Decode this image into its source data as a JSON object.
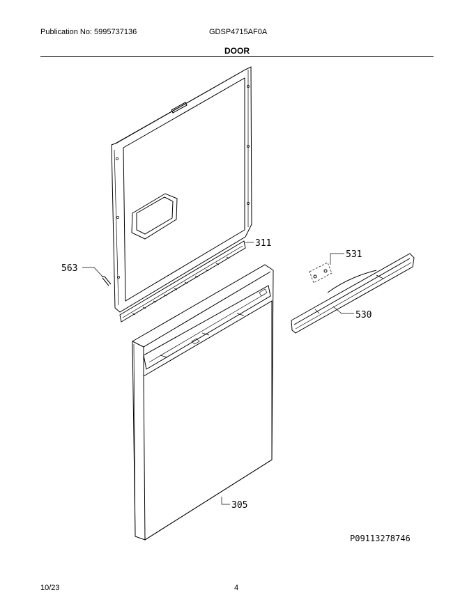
{
  "header": {
    "publication_no": "Publication No: 5995737136",
    "model": "GDSP4715AF0A",
    "section_title": "DOOR"
  },
  "callouts": {
    "c311": "311",
    "c563": "563",
    "c531": "531",
    "c530": "530",
    "c305": "305"
  },
  "diagram_ref": "P09113278746",
  "footer": {
    "date": "10/23",
    "page": "4"
  }
}
